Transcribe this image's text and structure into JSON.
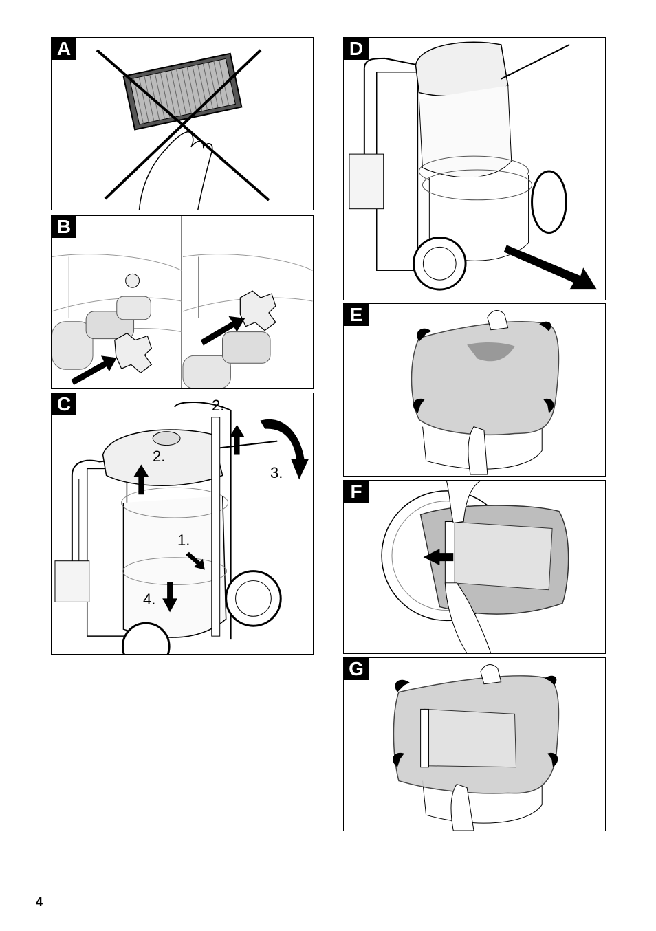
{
  "figures": [
    {
      "label": "A"
    },
    {
      "label": "B"
    },
    {
      "label": "C",
      "steps": [
        "2.",
        "2.",
        "3.",
        "1.",
        "4."
      ]
    },
    {
      "label": "D"
    },
    {
      "label": "E"
    },
    {
      "label": "F"
    },
    {
      "label": "G"
    }
  ],
  "page_number": "4"
}
